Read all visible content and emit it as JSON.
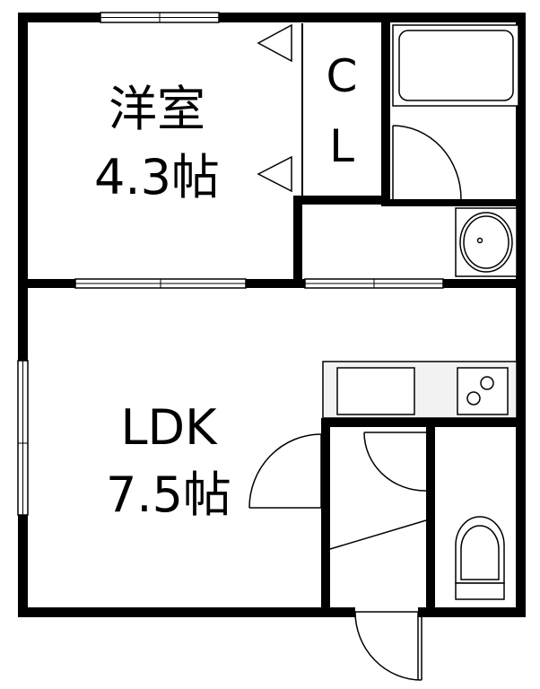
{
  "rooms": {
    "western": {
      "name": "洋室",
      "size": "4.3帖"
    },
    "closet": {
      "top": "C",
      "bottom": "L"
    },
    "ldk": {
      "name": "LDK",
      "size": "7.5帖"
    }
  },
  "colors": {
    "wall": "#000000",
    "background": "#ffffff",
    "fixture_fill": "#f2f2f2"
  }
}
